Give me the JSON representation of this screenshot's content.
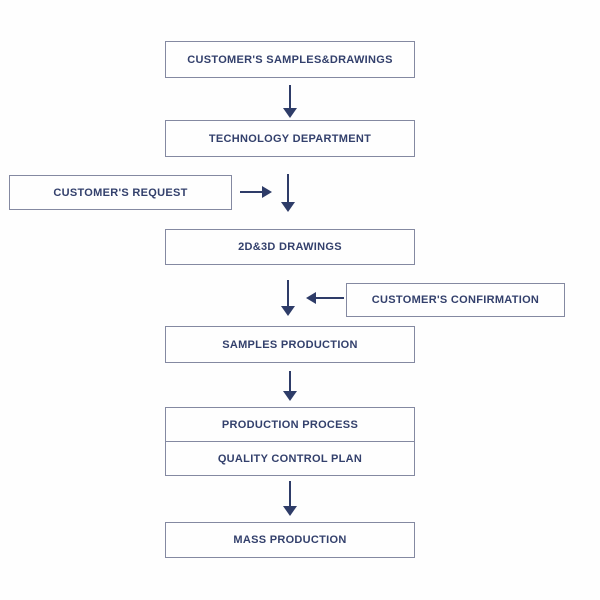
{
  "diagram": {
    "type": "flowchart",
    "subject": "production process flow",
    "colors": {
      "text": "#33406c",
      "arrow": "#2e3c68",
      "box_border": "#8489a1",
      "background": "#fefefe"
    },
    "nodes": {
      "customers_samples_drawings": "CUSTOMER'S SAMPLES&DRAWINGS",
      "technology_department": "TECHNOLOGY DEPARTMENT",
      "customers_request": "CUSTOMER'S REQUEST",
      "drawings_2d_3d": "2D&3D DRAWINGS",
      "customers_confirmation": "CUSTOMER'S CONFIRMATION",
      "samples_production": "SAMPLES PRODUCTION",
      "production_process": "PRODUCTION PROCESS",
      "quality_control_plan": "QUALITY CONTROL PLAN",
      "mass_production": "MASS PRODUCTION"
    },
    "flow": [
      "customers_samples_drawings -> technology_department",
      "technology_department -> drawings_2d_3d",
      "customers_request -> (technology_department -> drawings_2d_3d arrow)",
      "drawings_2d_3d -> samples_production",
      "customers_confirmation -> (drawings_2d_3d -> samples_production arrow)",
      "samples_production -> production_process/quality_control_plan",
      "production_process/quality_control_plan -> mass_production"
    ]
  }
}
